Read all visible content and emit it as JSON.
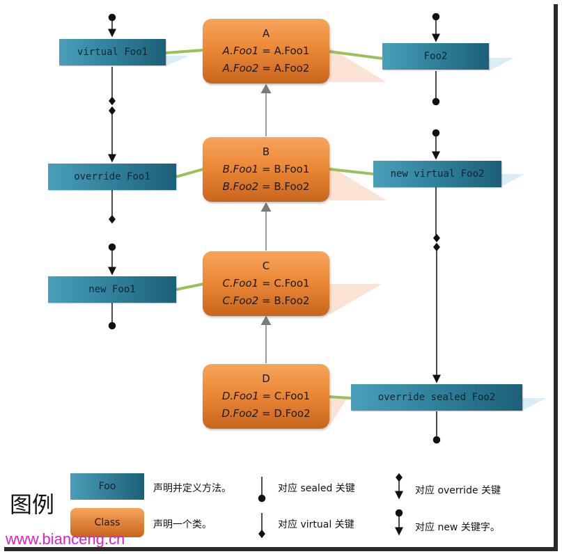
{
  "classes": {
    "a": {
      "name": "A",
      "line1_left": "A.Foo1",
      "line1_right": "A.Foo1",
      "line2_left": "A.Foo2",
      "line2_right": "A.Foo2"
    },
    "b": {
      "name": "B",
      "line1_left": "B.Foo1",
      "line1_right": "B.Foo1",
      "line2_left": "B.Foo2",
      "line2_right": "B.Foo2"
    },
    "c": {
      "name": "C",
      "line1_left": "C.Foo1",
      "line1_right": "C.Foo1",
      "line2_left": "C.Foo2",
      "line2_right": "B.Foo2"
    },
    "d": {
      "name": "D",
      "line1_left": "D.Foo1",
      "line1_right": "C.Foo1",
      "line2_left": "D.Foo2",
      "line2_right": "D.Foo2"
    }
  },
  "methods": {
    "virtual_foo1": "virtual Foo1",
    "override_foo1": "override Foo1",
    "new_foo1": "new Foo1",
    "foo2": "Foo2",
    "new_virtual_foo2": "new virtual Foo2",
    "override_sealed_foo2": "override sealed Foo2"
  },
  "legend": {
    "title": "图例",
    "foo_label": "Foo",
    "foo_desc": "声明并定义方法。",
    "class_label": "Class",
    "class_desc": "声明一个类。",
    "sealed_desc": "对应 sealed 关键",
    "virtual_desc": "对应 virtual 关键",
    "override_desc": "对应 override 关键",
    "new_desc": "对应 new 关键字。"
  },
  "watermark": "www.bianceng.cn",
  "colors": {
    "method": "#2d7d97",
    "class": "#ec8937",
    "connector": "#9bc05a",
    "arrow": "#808080"
  }
}
